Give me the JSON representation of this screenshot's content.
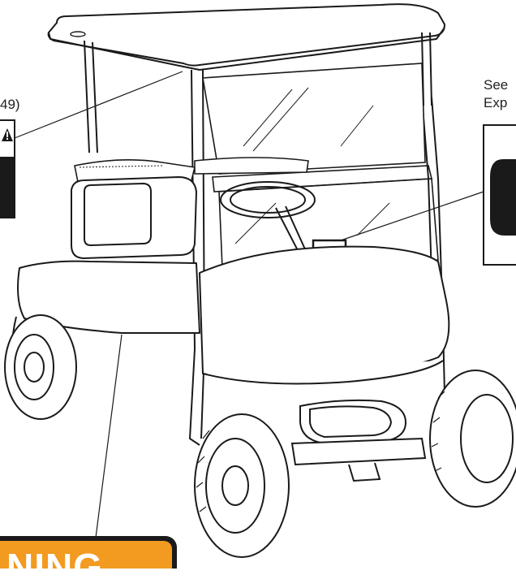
{
  "callouts": {
    "top_left_ref": "49)",
    "top_right_line1": "See",
    "top_right_line2": "Exp"
  },
  "labels": {
    "warning_banner": "NING"
  },
  "icons": {
    "top_left_label": "warning-triangle-icon"
  },
  "colors": {
    "warning_orange": "#f39a20",
    "label_black": "#1a1a1a",
    "line_art": "#1a1a1a"
  }
}
